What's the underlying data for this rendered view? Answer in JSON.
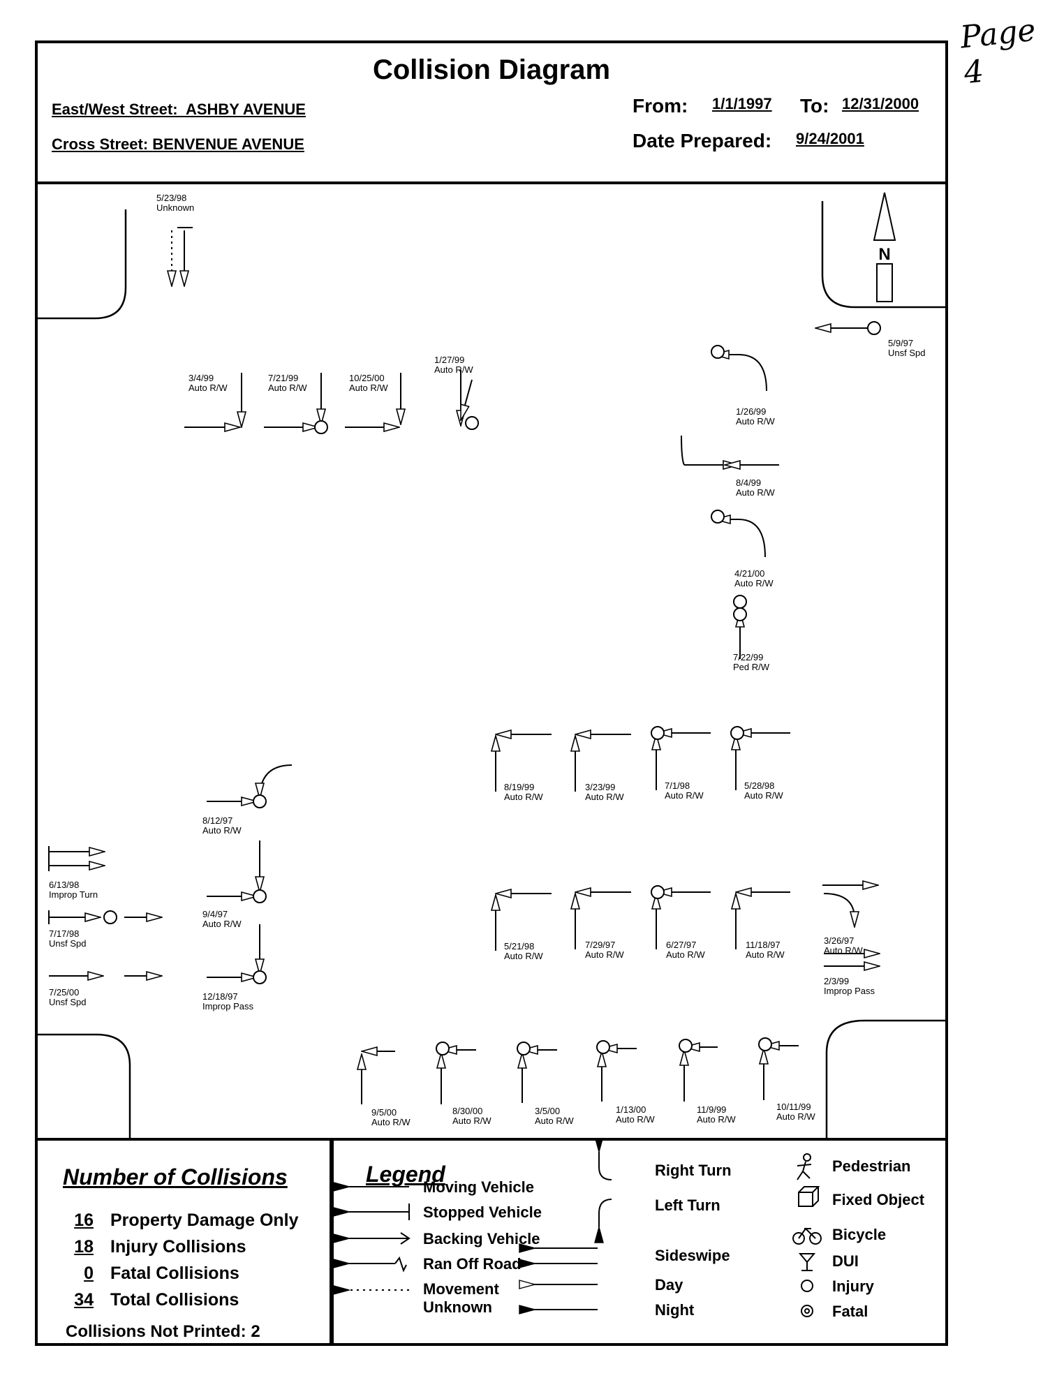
{
  "page_note": "Page 4",
  "header": {
    "title": "Collision Diagram",
    "ew_label": "East/West Street:",
    "ew_value": "ASHBY AVENUE",
    "cross_label": "Cross Street:",
    "cross_value": "BENVENUE AVENUE",
    "from_label": "From:",
    "from_value": "1/1/1997",
    "to_label": "To:",
    "to_value": "12/31/2000",
    "prepared_label": "Date Prepared:",
    "prepared_value": "9/24/2001"
  },
  "north_label": "N",
  "collisions": [
    {
      "date": "5/23/98",
      "cause": "Unknown"
    },
    {
      "date": "5/9/97",
      "cause": "Unsf Spd"
    },
    {
      "date": "3/4/99",
      "cause": "Auto R/W"
    },
    {
      "date": "7/21/99",
      "cause": "Auto R/W"
    },
    {
      "date": "10/25/00",
      "cause": "Auto R/W"
    },
    {
      "date": "1/27/99",
      "cause": "Auto R/W"
    },
    {
      "date": "1/26/99",
      "cause": "Auto R/W"
    },
    {
      "date": "8/4/99",
      "cause": "Auto R/W"
    },
    {
      "date": "4/21/00",
      "cause": "Auto R/W"
    },
    {
      "date": "7/22/99",
      "cause": "Ped R/W"
    },
    {
      "date": "8/19/99",
      "cause": "Auto R/W"
    },
    {
      "date": "3/23/99",
      "cause": "Auto R/W"
    },
    {
      "date": "7/1/98",
      "cause": "Auto R/W"
    },
    {
      "date": "5/28/98",
      "cause": "Auto R/W"
    },
    {
      "date": "8/12/97",
      "cause": "Auto R/W"
    },
    {
      "date": "6/13/98",
      "cause": "Improp Turn"
    },
    {
      "date": "9/4/97",
      "cause": "Auto R/W"
    },
    {
      "date": "7/17/98",
      "cause": "Unsf Spd"
    },
    {
      "date": "7/25/00",
      "cause": "Unsf Spd"
    },
    {
      "date": "12/18/97",
      "cause": "Improp Pass"
    },
    {
      "date": "5/21/98",
      "cause": "Auto R/W"
    },
    {
      "date": "7/29/97",
      "cause": "Auto R/W"
    },
    {
      "date": "6/27/97",
      "cause": "Auto R/W"
    },
    {
      "date": "11/18/97",
      "cause": "Auto R/W"
    },
    {
      "date": "3/26/97",
      "cause": "Auto R/W"
    },
    {
      "date": "2/3/99",
      "cause": "Improp Pass"
    },
    {
      "date": "9/5/00",
      "cause": "Auto R/W"
    },
    {
      "date": "8/30/00",
      "cause": "Auto R/W"
    },
    {
      "date": "3/5/00",
      "cause": "Auto R/W"
    },
    {
      "date": "1/13/00",
      "cause": "Auto R/W"
    },
    {
      "date": "11/9/99",
      "cause": "Auto R/W"
    },
    {
      "date": "10/11/99",
      "cause": "Auto R/W"
    }
  ],
  "counts": {
    "title": "Number of Collisions",
    "rows": [
      {
        "n": "16",
        "label": "Property Damage Only"
      },
      {
        "n": "18",
        "label": "Injury Collisions"
      },
      {
        "n": "0",
        "label": "Fatal Collisions"
      },
      {
        "n": "34",
        "label": "Total Collisions"
      }
    ],
    "not_printed": "Collisions Not Printed: 2"
  },
  "legend": {
    "title": "Legend",
    "moving": "Moving Vehicle",
    "stopped": "Stopped Vehicle",
    "backing": "Backing Vehicle",
    "ran_off": "Ran Off Road",
    "unknown": "Movement Unknown",
    "right_turn": "Right Turn",
    "left_turn": "Left Turn",
    "sideswipe": "Sideswipe",
    "day": "Day",
    "night": "Night",
    "pedestrian": "Pedestrian",
    "fixed_object": "Fixed Object",
    "bicycle": "Bicycle",
    "dui": "DUI",
    "injury": "Injury",
    "fatal": "Fatal"
  }
}
